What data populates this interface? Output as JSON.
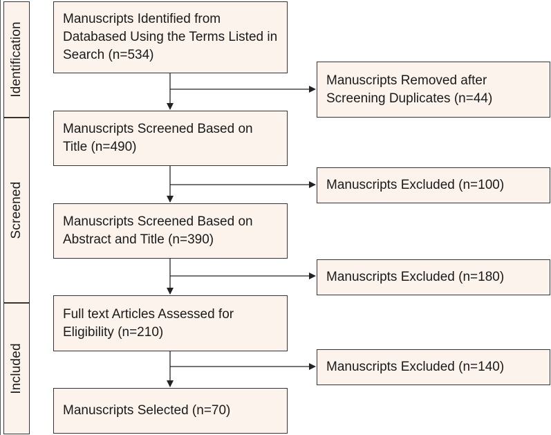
{
  "phases": {
    "identification": "Identification",
    "screened": "Screened",
    "included": "Included"
  },
  "boxes": {
    "identified": "Manuscripts Identified from Databased Using the Terms Listed in Search (n=534)",
    "removed_duplicates": "Manuscripts Removed after Screening Duplicates (n=44)",
    "screened_title": "Manuscripts Screened Based on Title (n=490)",
    "excluded_100": "Manuscripts Excluded (n=100)",
    "screened_abstract": "Manuscripts Screened Based on Abstract and Title (n=390)",
    "excluded_180": "Manuscripts Excluded (n=180)",
    "full_text": "Full text Articles Assessed for Eligibility (n=210)",
    "excluded_140": "Manuscripts Excluded (n=140)",
    "selected": "Manuscripts Selected (n=70)"
  },
  "colors": {
    "box_fill": "#fbf3ec",
    "border": "#333333",
    "arrow": "#222222"
  }
}
